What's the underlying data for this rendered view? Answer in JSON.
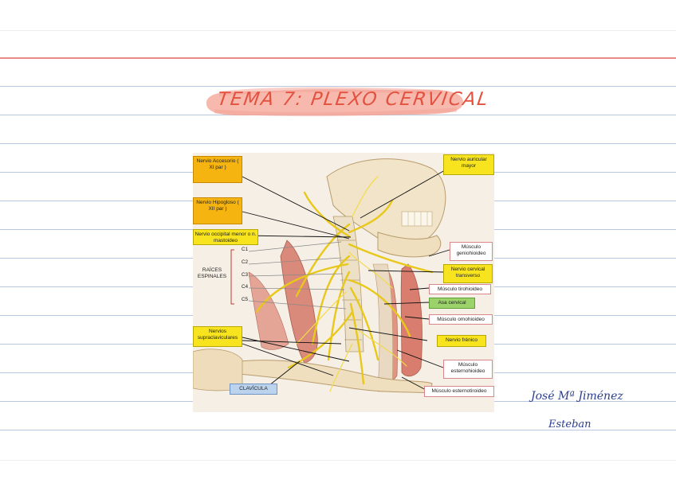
{
  "title": "TEMA 7: PLEXO CERVICAL",
  "colors": {
    "title_ink": "#e2523f",
    "title_highlight": "#f4a193",
    "margin_line": "#e88b87",
    "ruled_line": "#b9c7df",
    "signature_ink": "#2b3e8f",
    "label_yellow": "#f7e41e",
    "label_orange": "#f6b410",
    "label_green": "#9bd36a",
    "label_blue": "#bcd3ee"
  },
  "diagram": {
    "labels": {
      "accesorio": "Nervio Accesorio ( XI par )",
      "hipogloso": "Nervio Hipogloso ( XII par )",
      "occipital": "Nervio occipital menor o n. mastoideo",
      "raices": "RAÍCES ESPINALES",
      "c1": "C1",
      "c2": "C2",
      "c3": "C3",
      "c4": "C4",
      "c5": "C5",
      "supraclaviculares": "Nervios supraclaviculares",
      "clavicula": "CLAVÍCULA",
      "auricular": "Nervio auricular mayor",
      "geniohioideo": "Músculo geniohioideo",
      "transverso": "Nervio cervical transverso",
      "tirohioideo": "Músculo tirohioideo",
      "asa": "Asa cervical",
      "omohioideo": "Músculo omohioideo",
      "frenico": "Nervio frénico",
      "esternohioideo": "Músculo esternohioideo",
      "esternotiroideo": "Músculo esternotiroideo"
    }
  },
  "signature": {
    "line1": "José Mª Jiménez",
    "line2": "Esteban"
  }
}
